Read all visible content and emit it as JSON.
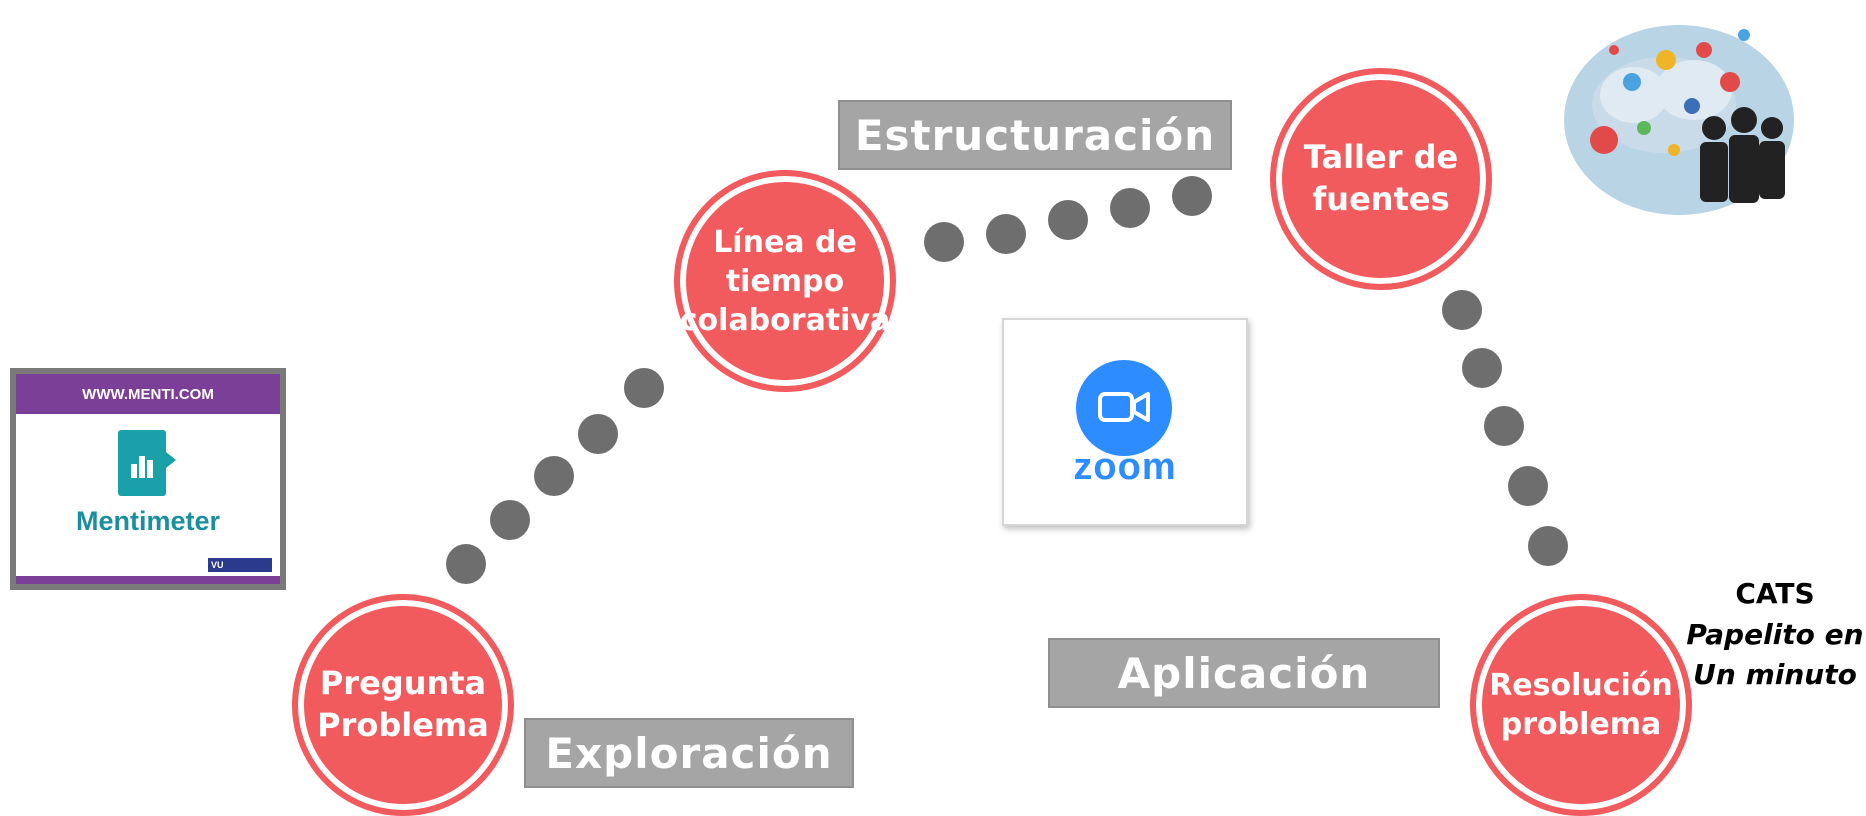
{
  "nodes": {
    "pregunta": {
      "line1": "Pregunta",
      "line2": "Problema"
    },
    "linea": {
      "line1": "Línea de",
      "line2": "tiempo",
      "line3": "colaborativa"
    },
    "taller": {
      "line1": "Taller de",
      "line2": "fuentes"
    },
    "resolucion": {
      "line1": "Resolución",
      "line2": "problema"
    }
  },
  "phases": {
    "exploracion": "Exploración",
    "estructuracion": "Estructuración",
    "aplicacion": "Aplicación"
  },
  "menti": {
    "url": "WWW.MENTI.COM",
    "name": "Mentimeter",
    "badge": "VU"
  },
  "zoom": {
    "name": "zoom"
  },
  "cats": {
    "title": "CATS",
    "line1": "Papelito en",
    "line2": "Un minuto"
  },
  "colors": {
    "node": "#f25b5e",
    "phase": "#a5a5a5",
    "dot": "#6e6e6e",
    "zoom": "#2d8cff",
    "menti": "#7b3f98"
  },
  "icons": [
    "bar-chart-icon",
    "video-camera-icon",
    "social-network-cloud-icon"
  ]
}
